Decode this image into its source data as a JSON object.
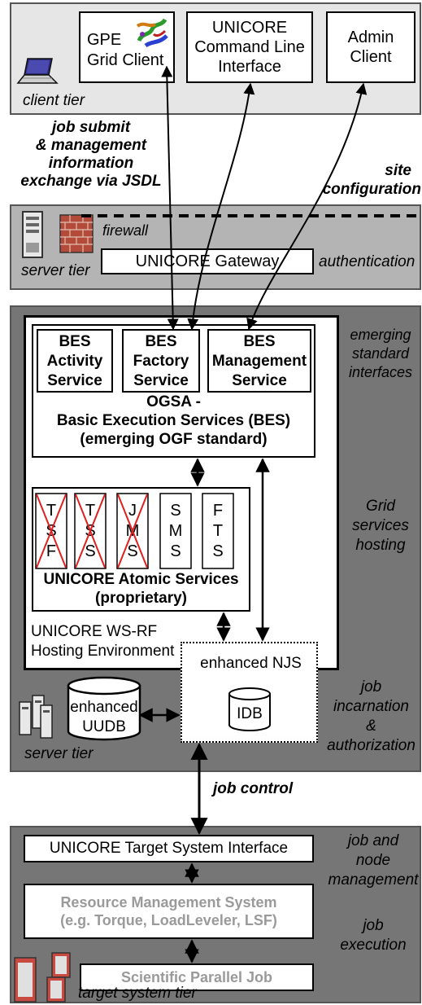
{
  "colors": {
    "client_tier_bg": "#e6e6e6",
    "server_tier_bg": "#b4b4b4",
    "core_tier_bg": "#767676",
    "target_tier_bg": "#767676"
  },
  "client_tier": {
    "label": "client tier",
    "gpe_line1": "GPE",
    "gpe_line2": "Grid Client",
    "cli_line1": "UNICORE",
    "cli_line2": "Command Line",
    "cli_line3": "Interface",
    "admin_line1": "Admin",
    "admin_line2": "Client"
  },
  "job_submit": {
    "line1": "job submit",
    "line2": "& management",
    "line3": "information",
    "line4": "exchange via JSDL"
  },
  "site_config": {
    "line1": "site",
    "line2": "configuration"
  },
  "gateway_tier": {
    "firewall": "firewall",
    "gateway": "UNICORE Gateway",
    "server_tier": "server tier",
    "authentication": "authentication"
  },
  "core_tier": {
    "bes_activity": [
      "BES",
      "Activity",
      "Service"
    ],
    "bes_factory": [
      "BES",
      "Factory",
      "Service"
    ],
    "bes_management": [
      "BES",
      "Management",
      "Service"
    ],
    "ogsa_line1": "OGSA -",
    "ogsa_line2": "Basic Execution Services (BES)",
    "ogsa_line3": "(emerging OGF standard)",
    "emerging": [
      "emerging",
      "standard",
      "interfaces"
    ],
    "atomic": [
      [
        "T",
        "S",
        "F"
      ],
      [
        "T",
        "S",
        "S"
      ],
      [
        "J",
        "M",
        "S"
      ],
      [
        "S",
        "M",
        "S"
      ],
      [
        "F",
        "T",
        "S"
      ]
    ],
    "atomic_line1": "UNICORE Atomic Services",
    "atomic_line2": "(proprietary)",
    "hosting_line1": "UNICORE WS-RF",
    "hosting_line2": "Hosting Environment",
    "grid_services": [
      "Grid",
      "services",
      "hosting"
    ],
    "njs": "enhanced NJS",
    "idb": "IDB",
    "uudb_line1": "enhanced",
    "uudb_line2": "UUDB",
    "job_incarnation": [
      "job",
      "incarnation",
      "&",
      "authorization"
    ],
    "server_tier": "server tier"
  },
  "job_control": "job control",
  "target_tier": {
    "tsi": "UNICORE Target System Interface",
    "rms_line1": "Resource Management System",
    "rms_line2": "(e.g. Torque, LoadLeveler, LSF)",
    "job_node": [
      "job and",
      "node",
      "management"
    ],
    "job_exec": [
      "job",
      "execution"
    ],
    "sci_job": "Scientific Parallel Job",
    "target_tier": "target system tier"
  }
}
